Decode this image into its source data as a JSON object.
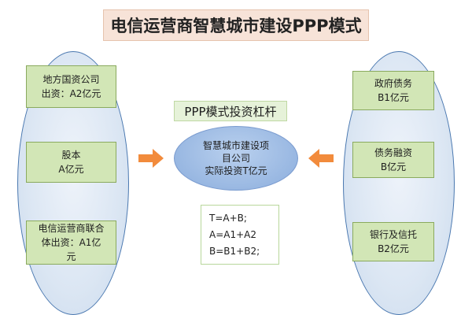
{
  "title": "电信运营商智慧城市建设PPP模式",
  "left": {
    "box1": {
      "line1": "地方国资公司",
      "line2": "出资：A2亿元"
    },
    "box2": {
      "line1": "股本",
      "line2": "A亿元"
    },
    "box3": {
      "line1": "电信运营商联合",
      "line2": "体出资：A1亿",
      "line3": "元"
    }
  },
  "right": {
    "box1": {
      "line1": "政府债务",
      "line2": "B1亿元"
    },
    "box2": {
      "line1": "债务融资",
      "line2": "B亿元"
    },
    "box3": {
      "line1": "银行及信托",
      "line2": "B2亿元"
    }
  },
  "center": {
    "title": "PPP模式投资杠杆",
    "ellipse": {
      "line1": "智慧城市建设项",
      "line2": "目公司",
      "line3": "实际投资T亿元"
    },
    "formulas": [
      "T=A+B;",
      "A=A1+A2",
      "B=B1+B2;"
    ]
  },
  "colors": {
    "arrow": "#f28b3c",
    "green_box": "#d2e6b6",
    "ellipse_border": "#4a78b0"
  }
}
